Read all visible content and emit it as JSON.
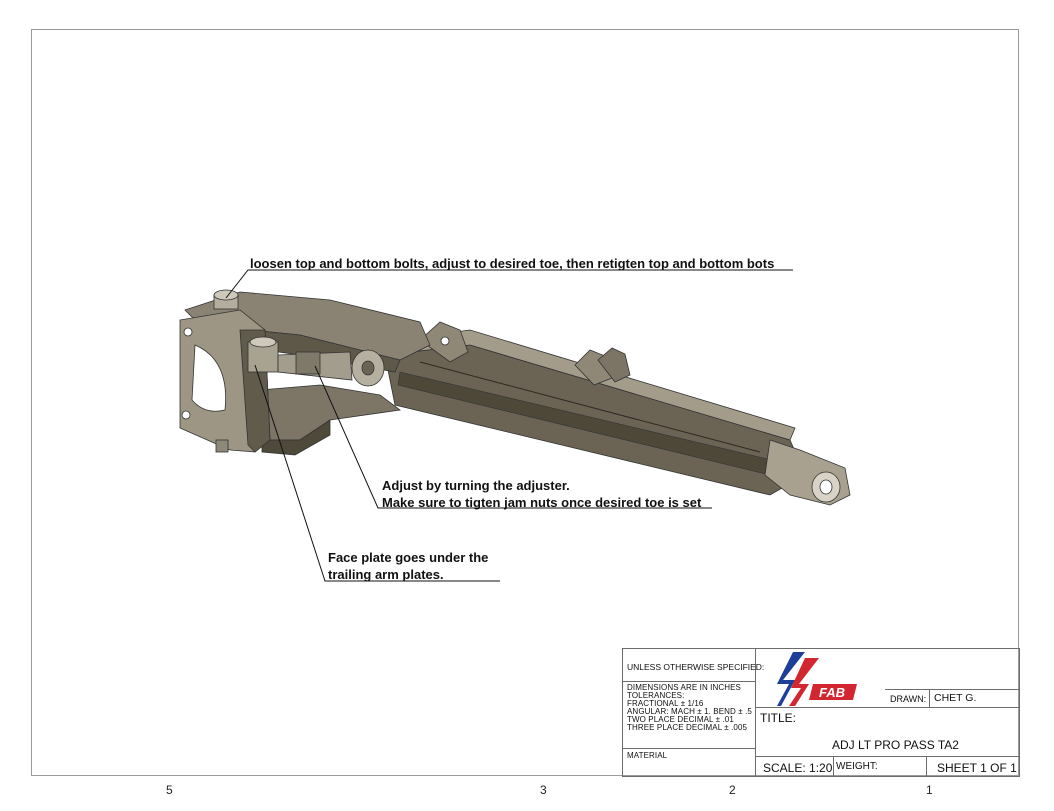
{
  "notes": {
    "toe": "loosen top and bottom bolts, adjust to desired toe, then retigten top and bottom bots",
    "adjust_line1": "Adjust by turning the adjuster.",
    "adjust_line2": "Make sure to tigten jam nuts once desired toe is set",
    "face_line1": "Face plate goes under the",
    "face_line2": "trailing arm plates."
  },
  "zones": [
    "5",
    "3",
    "2",
    "1"
  ],
  "title_block": {
    "unless": "UNLESS OTHERWISE SPECIFIED:",
    "dims": "DIMENSIONS ARE IN INCHES",
    "tolerances": "TOLERANCES:",
    "fractional": "FRACTIONAL ± 1/16",
    "angular": "ANGULAR: MACH ± 1.  BEND ± .5",
    "two_place": "TWO PLACE DECIMAL   ± .01",
    "three_place": "THREE PLACE DECIMAL  ± .005",
    "material_label": "MATERIAL",
    "logo": "FAB",
    "drawn_label": "DRAWN:",
    "drawn_value": "CHET G.",
    "title_label": "TITLE:",
    "title_value": "ADJ LT PRO PASS TA2",
    "scale": "SCALE: 1:20",
    "weight": "WEIGHT:",
    "sheet": "SHEET 1 OF 1"
  },
  "colors": {
    "part_dark": "#5b5548",
    "part_mid": "#8a8373",
    "part_light": "#b4ad9d",
    "logo_red": "#d22630",
    "logo_blue": "#1d3f9a"
  }
}
